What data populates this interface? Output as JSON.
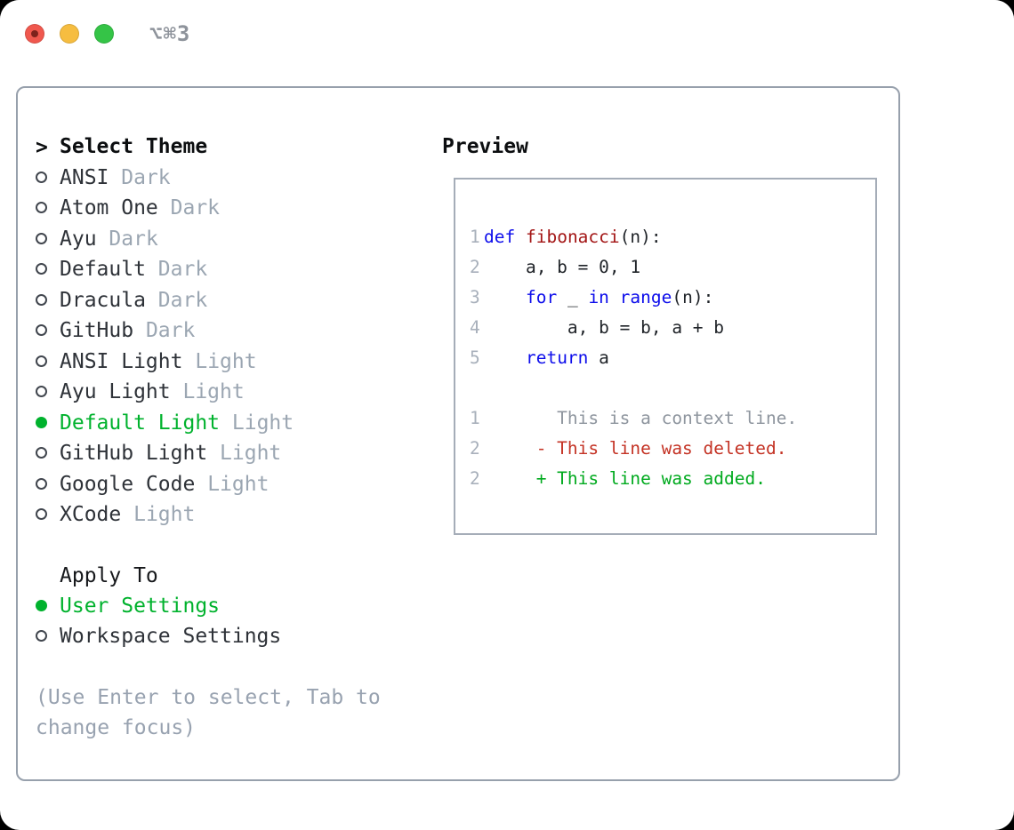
{
  "titlebar": {
    "title": "⌥⌘3"
  },
  "theme_selector": {
    "prompt": ">",
    "title": "Select Theme",
    "items": [
      {
        "name": "ANSI",
        "variant": "Dark",
        "selected": false
      },
      {
        "name": "Atom One",
        "variant": "Dark",
        "selected": false
      },
      {
        "name": "Ayu",
        "variant": "Dark",
        "selected": false
      },
      {
        "name": "Default",
        "variant": "Dark",
        "selected": false
      },
      {
        "name": "Dracula",
        "variant": "Dark",
        "selected": false
      },
      {
        "name": "GitHub",
        "variant": "Dark",
        "selected": false
      },
      {
        "name": "ANSI Light",
        "variant": "Light",
        "selected": false
      },
      {
        "name": "Ayu Light",
        "variant": "Light",
        "selected": false
      },
      {
        "name": "Default Light",
        "variant": "Light",
        "selected": true
      },
      {
        "name": "GitHub Light",
        "variant": "Light",
        "selected": false
      },
      {
        "name": "Google Code",
        "variant": "Light",
        "selected": false
      },
      {
        "name": "XCode",
        "variant": "Light",
        "selected": false
      }
    ]
  },
  "apply_to": {
    "title": "Apply To",
    "options": [
      {
        "label": "User Settings",
        "selected": true
      },
      {
        "label": "Workspace Settings",
        "selected": false
      }
    ]
  },
  "help_text": "(Use Enter to select, Tab to change focus)",
  "preview": {
    "title": "Preview",
    "code_lines": [
      {
        "num": "1",
        "segments": [
          {
            "text": "def",
            "style": "keyword"
          },
          {
            "text": " ",
            "style": "plain"
          },
          {
            "text": "fibonacci",
            "style": "function"
          },
          {
            "text": "(n):",
            "style": "plain"
          }
        ]
      },
      {
        "num": "2",
        "segments": [
          {
            "text": "    a, b = 0, 1",
            "style": "plain"
          }
        ]
      },
      {
        "num": "3",
        "segments": [
          {
            "text": "    ",
            "style": "plain"
          },
          {
            "text": "for",
            "style": "keyword"
          },
          {
            "text": " _ ",
            "style": "plain"
          },
          {
            "text": "in",
            "style": "keyword"
          },
          {
            "text": " ",
            "style": "plain"
          },
          {
            "text": "range",
            "style": "keyword"
          },
          {
            "text": "(n):",
            "style": "plain"
          }
        ]
      },
      {
        "num": "4",
        "segments": [
          {
            "text": "        a, b = b, a + b",
            "style": "plain"
          }
        ]
      },
      {
        "num": "5",
        "segments": [
          {
            "text": "    ",
            "style": "plain"
          },
          {
            "text": "return",
            "style": "keyword"
          },
          {
            "text": " a",
            "style": "plain"
          }
        ]
      }
    ],
    "diff_lines": [
      {
        "num": "1",
        "text": "       This is a context line.",
        "type": "context"
      },
      {
        "num": "2",
        "text": "     - This line was deleted.",
        "type": "deleted"
      },
      {
        "num": "2",
        "text": "     + This line was added.",
        "type": "added"
      }
    ]
  },
  "colors": {
    "selection_green": "#00b22d",
    "keyword_blue": "#0d0deb",
    "function_red": "#a31515",
    "deleted_red": "#c43325",
    "added_green": "#00aa1e",
    "muted_gray": "#9ba6b2",
    "panel_border": "#97a0ac"
  }
}
